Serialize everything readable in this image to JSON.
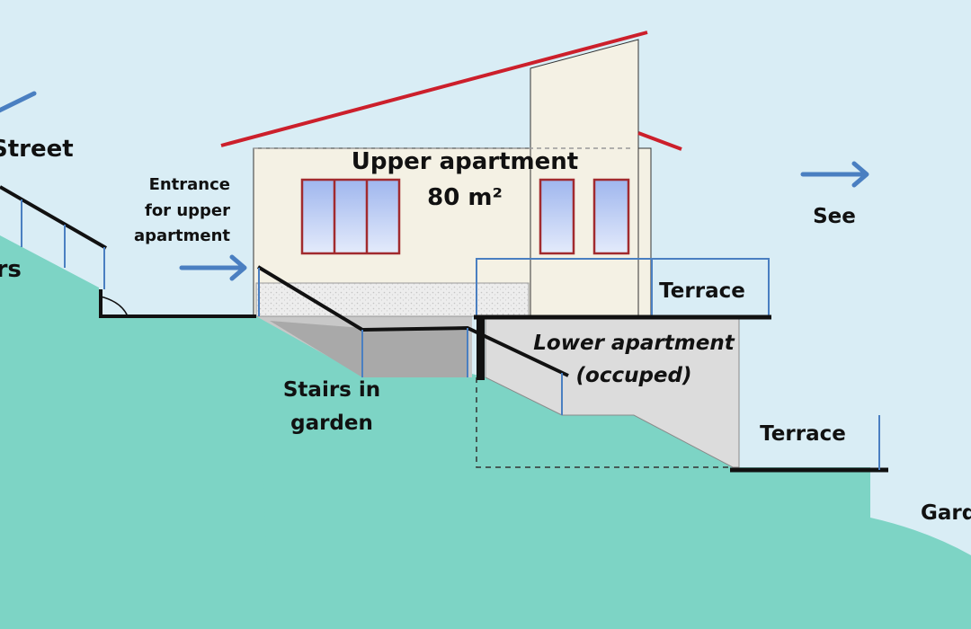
{
  "labels": {
    "street": "Street",
    "stairs": "Stairs",
    "entrance_line1": "Entrance",
    "entrance_line2": "for upper",
    "entrance_line3": "apartment",
    "upper_apartment": "Upper apartment",
    "upper_area": "80 m²",
    "see": "See",
    "terrace_upper": "Terrace",
    "lower_apartment": "Lower apartment",
    "occupied": "(occuped)",
    "stairs_in_garden_line1": "Stairs in",
    "stairs_in_garden_line2": "garden",
    "terrace_lower": "Terrace",
    "garden": "Garden"
  },
  "colors": {
    "sky": "#d9edf5",
    "ground": "#7dd4c5",
    "house_wall": "#f4f1e4",
    "roof": "#cc1f2b",
    "window_frame": "#a12a2e",
    "window_glass": "#c9d9f5",
    "railing": "#4a7fc1",
    "arrow": "#4a7fc1",
    "basement": "#dcdcdc",
    "stair_fill": "#b3b3b3",
    "foundation": "#e8e8e8"
  }
}
